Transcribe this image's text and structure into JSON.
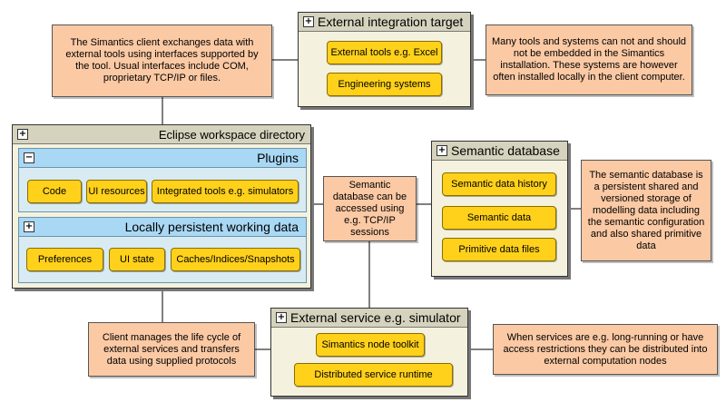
{
  "notes": {
    "client_exchange": "The Simantics client exchanges data with external tools using interfaces supported by the tool. Usual interfaces include COM, proprietary TCP/IP or files.",
    "not_embedded": "Many tools and systems can not and should not be embedded in the Simantics installation. These systems are however often installed locally in the client computer.",
    "semantic_access": "Semantic database can be accessed using e.g. TCP/IP sessions",
    "semantic_storage": "The semantic database is a persistent shared and versioned storage of modelling data including the semantic configuration and also shared primitive data",
    "client_lifecycle": "Client manages the life cycle of external services and transfers data using supplied protocols",
    "distributed": "When services are e.g. long-running or have access restrictions they can be distributed into external computation nodes"
  },
  "external_integration": {
    "title": "External integration target",
    "items": [
      "External tools e.g. Excel",
      "Engineering systems"
    ]
  },
  "workspace": {
    "title": "Eclipse workspace directory",
    "plugins": {
      "title": "Plugins",
      "items": [
        "Code",
        "UI resources",
        "Integrated tools e.g. simulators"
      ]
    },
    "local_data": {
      "title": "Locally persistent working data",
      "items": [
        "Preferences",
        "UI state",
        "Caches/Indices/Snapshots"
      ]
    }
  },
  "semantic_db": {
    "title": "Semantic database",
    "items": [
      "Semantic data history",
      "Semantic data",
      "Primitive data files"
    ]
  },
  "external_service": {
    "title": "External service e.g. simulator",
    "items": [
      "Simantics node toolkit",
      "Distributed service runtime"
    ]
  },
  "glyphs": {
    "expand": "+",
    "collapse": "−"
  }
}
